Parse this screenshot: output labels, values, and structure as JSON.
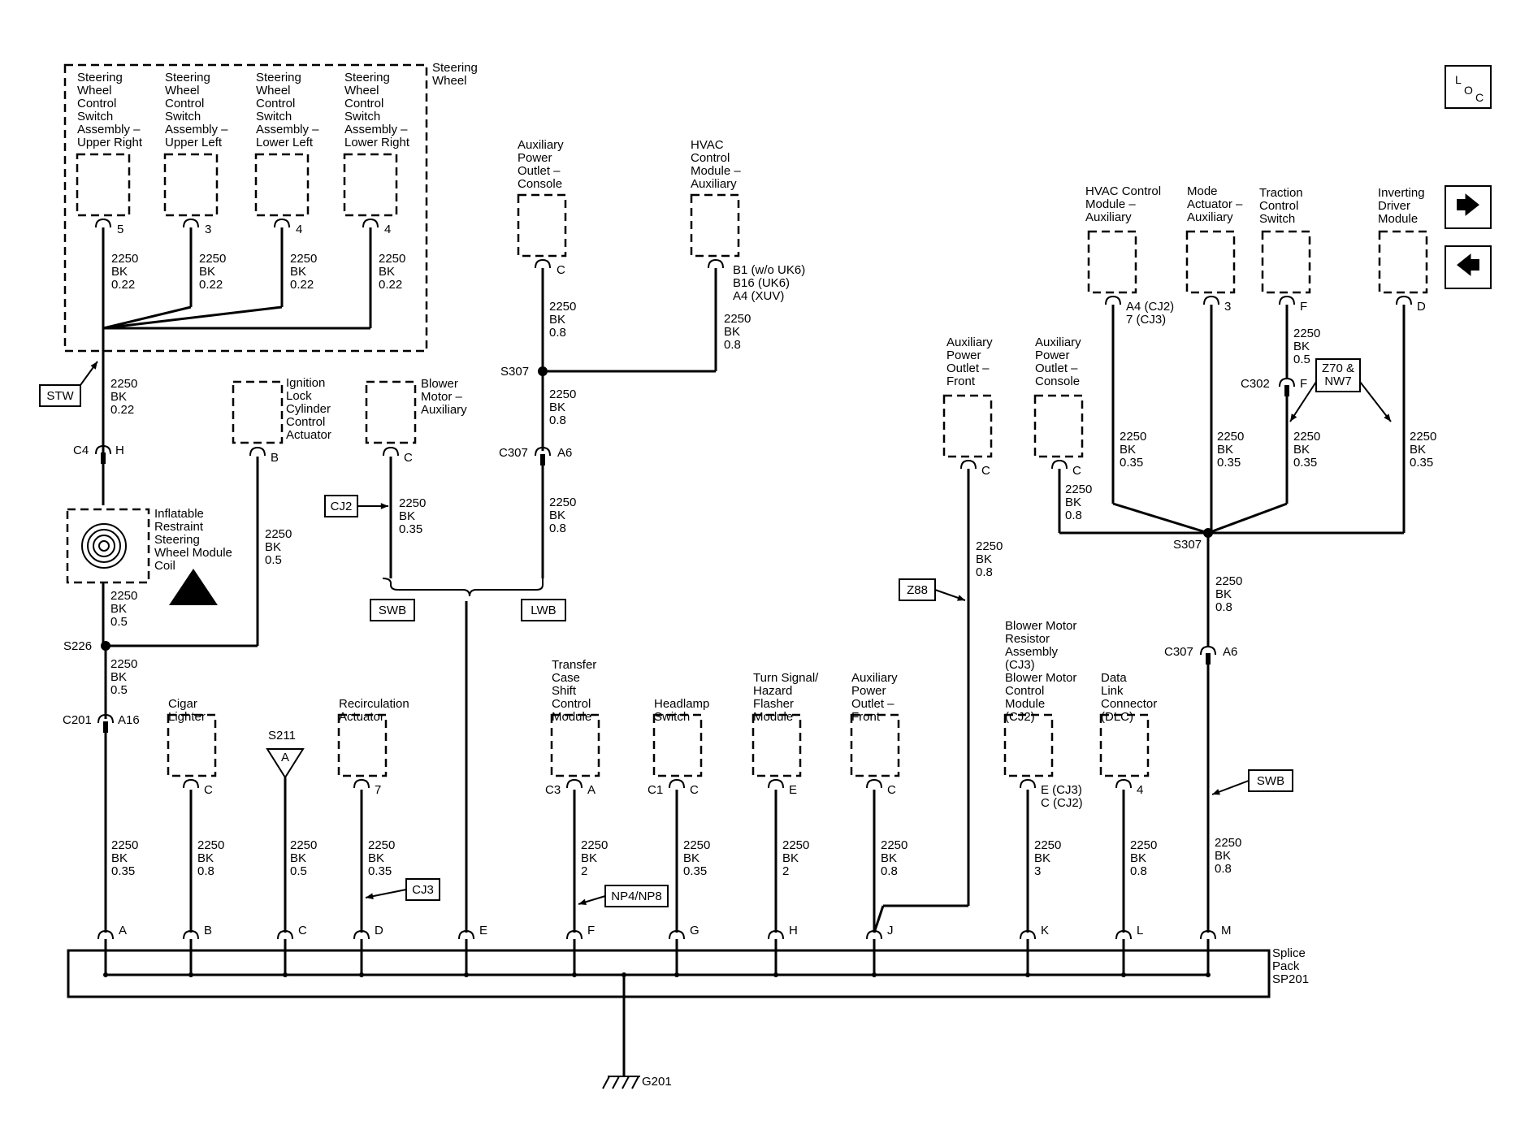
{
  "loc_button": {
    "l": "L",
    "o": "O",
    "c": "C"
  },
  "nav": {
    "next_icon": "arrow-right-icon",
    "prev_icon": "arrow-left-icon",
    "next_glyph": "🡆",
    "prev_glyph": "🡄"
  },
  "steering_wheel": {
    "title": [
      "Steering",
      "Wheel"
    ],
    "switches": [
      {
        "lines": [
          "Steering",
          "Wheel",
          "Control",
          "Switch",
          "Assembly –",
          "Upper Right"
        ],
        "pin": "5",
        "wire": [
          "2250",
          "BK",
          "0.22"
        ]
      },
      {
        "lines": [
          "Steering",
          "Wheel",
          "Control",
          "Switch",
          "Assembly –",
          "Upper Left"
        ],
        "pin": "3",
        "wire": [
          "2250",
          "BK",
          "0.22"
        ]
      },
      {
        "lines": [
          "Steering",
          "Wheel",
          "Control",
          "Switch",
          "Assembly –",
          "Lower Left"
        ],
        "pin": "4",
        "wire": [
          "2250",
          "BK",
          "0.22"
        ]
      },
      {
        "lines": [
          "Steering",
          "Wheel",
          "Control",
          "Switch",
          "Assembly –",
          "Lower Right"
        ],
        "pin": "4",
        "wire": [
          "2250",
          "BK",
          "0.22"
        ]
      }
    ]
  },
  "left_branch": {
    "stw_tag": "STW",
    "wire_after_box": [
      "2250",
      "BK",
      "0.22"
    ],
    "c4": {
      "name": "C4",
      "pin": "H"
    },
    "coil_label": [
      "Inflatable",
      "Restraint",
      "Steering",
      "Wheel Module",
      "Coil"
    ],
    "wire_after_coil": [
      "2250",
      "BK",
      "0.5"
    ],
    "s226": "S226",
    "wire_after_s226": [
      "2250",
      "BK",
      "0.5"
    ],
    "c201": {
      "name": "C201",
      "pin": "A16"
    },
    "wire_to_a": [
      "2250",
      "BK",
      "0.35"
    ]
  },
  "ignition_lock": {
    "lines": [
      "Ignition",
      "Lock",
      "Cylinder",
      "Control",
      "Actuator"
    ],
    "pin": "B",
    "wire": [
      "2250",
      "BK",
      "0.5"
    ]
  },
  "blower_aux": {
    "lines": [
      "Blower",
      "Motor –",
      "Auxiliary"
    ],
    "pin": "C",
    "wire": [
      "2250",
      "BK",
      "0.35"
    ],
    "tag": "CJ2"
  },
  "swb_tag": "SWB",
  "lwb_tag": "LWB",
  "aux_outlet_console_mid": {
    "lines": [
      "Auxiliary",
      "Power",
      "Outlet –",
      "Console"
    ],
    "pin": "C",
    "wire": [
      "2250",
      "BK",
      "0.8"
    ]
  },
  "hvac_aux_mid": {
    "lines": [
      "HVAC",
      "Control",
      "Module –",
      "Auxiliary"
    ],
    "pins": [
      "B1 (w/o UK6)",
      "B16 (UK6)",
      "A4 (XUV)"
    ],
    "wire": [
      "2250",
      "BK",
      "0.8"
    ]
  },
  "s307_mid": "S307",
  "wire_s307_c307": [
    "2250",
    "BK",
    "0.8"
  ],
  "c307_mid": {
    "name": "C307",
    "pin": "A6"
  },
  "wire_c307_lwb": [
    "2250",
    "BK",
    "0.8"
  ],
  "bottom_components": [
    {
      "lines": [
        "Cigar",
        "Lighter"
      ],
      "pin": "C",
      "wire": [
        "2250",
        "BK",
        "0.8"
      ]
    },
    {
      "lines": [
        "Recirculation",
        "Actuator"
      ],
      "pin": "7",
      "wire": [
        "2250",
        "BK",
        "0.35"
      ],
      "tag": "CJ3"
    },
    {
      "lines": [
        "Transfer",
        "Case",
        "Shift",
        "Control",
        "Module"
      ],
      "conn": "C3",
      "pin": "A",
      "wire": [
        "2250",
        "BK",
        "2"
      ],
      "tag": "NP4/NP8"
    },
    {
      "lines": [
        "Headlamp",
        "Switch"
      ],
      "conn": "C1",
      "pin": "C",
      "wire": [
        "2250",
        "BK",
        "0.35"
      ]
    },
    {
      "lines": [
        "Turn Signal/",
        "Hazard",
        "Flasher",
        "Module"
      ],
      "pin": "E",
      "wire": [
        "2250",
        "BK",
        "2"
      ]
    },
    {
      "lines": [
        "Auxiliary",
        "Power",
        "Outlet –",
        "Front"
      ],
      "pin": "C",
      "wire": [
        "2250",
        "BK",
        "0.8"
      ]
    },
    {
      "lines": [
        "Blower Motor",
        "Resistor",
        "Assembly",
        "(CJ3)",
        "Blower Motor",
        "Control",
        "Module",
        "(CJ2)"
      ],
      "pins": [
        "E (CJ3)",
        "C (CJ2)"
      ],
      "wire": [
        "2250",
        "BK",
        "3"
      ]
    },
    {
      "lines": [
        "Data",
        "Link",
        "Connector",
        "(DLC)"
      ],
      "pin": "4",
      "wire": [
        "2250",
        "BK",
        "0.8"
      ]
    }
  ],
  "s211": {
    "name": "S211",
    "letter": "A",
    "wire": [
      "2250",
      "BK",
      "0.5"
    ]
  },
  "aux_front_right": {
    "lines": [
      "Auxiliary",
      "Power",
      "Outlet –",
      "Front"
    ],
    "pin": "C",
    "wire": [
      "2250",
      "BK",
      "0.8"
    ],
    "tag": "Z88"
  },
  "aux_console_right": {
    "lines": [
      "Auxiliary",
      "Power",
      "Outlet –",
      "Console"
    ],
    "pin": "C",
    "wire": [
      "2250",
      "BK",
      "0.8"
    ]
  },
  "hvac_aux_right": {
    "lines": [
      "HVAC Control",
      "Module –",
      "Auxiliary"
    ],
    "pins": [
      "A4 (CJ2)",
      "7 (CJ3)"
    ],
    "wire": [
      "2250",
      "BK",
      "0.35"
    ]
  },
  "mode_actuator": {
    "lines": [
      "Mode",
      "Actuator –",
      "Auxiliary"
    ],
    "pin": "3",
    "wire": [
      "2250",
      "BK",
      "0.35"
    ]
  },
  "traction_switch": {
    "lines": [
      "Traction",
      "Control",
      "Switch"
    ],
    "pin": "F",
    "wire_top": [
      "2250",
      "BK",
      "0.5"
    ],
    "c302": {
      "name": "C302",
      "pin": "F"
    },
    "wire": [
      "2250",
      "BK",
      "0.35"
    ]
  },
  "inverting_driver": {
    "lines": [
      "Inverting",
      "Driver",
      "Module"
    ],
    "pin": "D",
    "wire": [
      "2250",
      "BK",
      "0.35"
    ]
  },
  "z70_tag": [
    "Z70 &",
    "NW7"
  ],
  "s307_right": "S307",
  "wire_s307_c307_right": [
    "2250",
    "BK",
    "0.8"
  ],
  "c307_right": {
    "name": "C307",
    "pin": "A6"
  },
  "swb_tag_right": "SWB",
  "wire_to_m": [
    "2250",
    "BK",
    "0.8"
  ],
  "splice_pack": {
    "lines": [
      "Splice",
      "Pack",
      "SP201"
    ],
    "pins": [
      "A",
      "B",
      "C",
      "D",
      "E",
      "F",
      "G",
      "H",
      "J",
      "K",
      "L",
      "M"
    ]
  },
  "ground": "G201"
}
